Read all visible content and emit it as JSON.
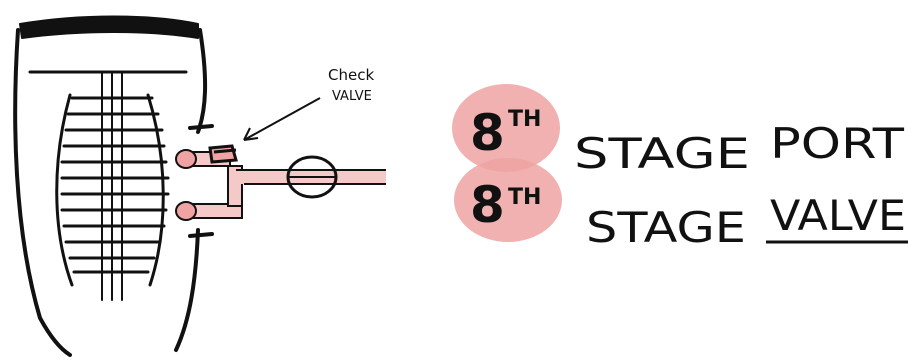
{
  "callout": {
    "line1": "Check",
    "line2": "VALVE"
  },
  "labels": [
    {
      "ordinal_number": "8",
      "ordinal_suffix": "TH",
      "word1": "STAGE",
      "word2": "PORT",
      "underlined": false
    },
    {
      "ordinal_number": "8",
      "ordinal_suffix": "TH",
      "word1": "STAGE",
      "word2": "VALVE",
      "underlined": true
    }
  ],
  "colors": {
    "ink": "#111111",
    "highlight": "#f0a3a3",
    "pipe": "#f6c9c9"
  }
}
